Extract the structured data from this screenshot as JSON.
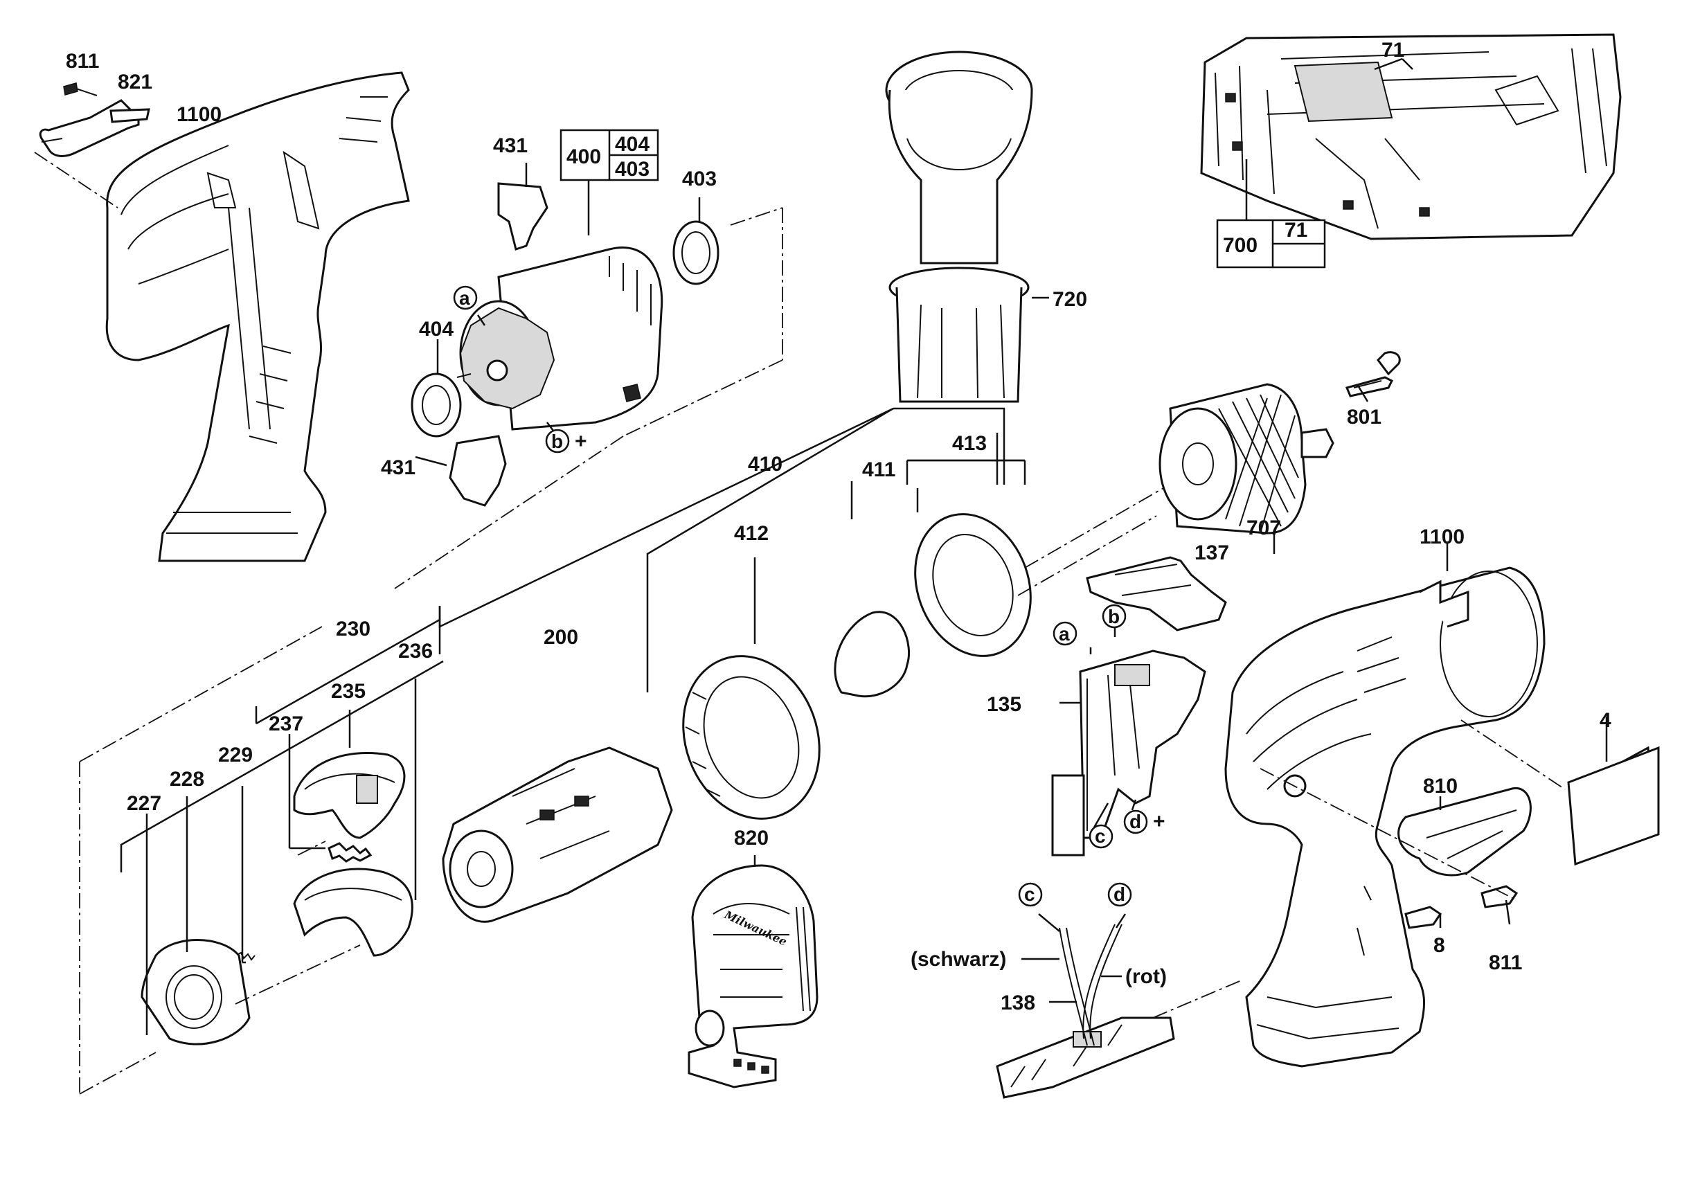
{
  "parts": {
    "p811a": "811",
    "p821": "821",
    "p1100a": "1100",
    "p431a": "431",
    "p400": "400",
    "p404box": "404",
    "p403box": "403",
    "p403": "403",
    "p404": "404",
    "p431b": "431",
    "p720": "720",
    "p71": "71",
    "p700": "700",
    "p71box": "71",
    "p801": "801",
    "p410": "410",
    "p411": "411",
    "p413": "413",
    "p412": "412",
    "p707": "707",
    "p137": "137",
    "p1100b": "1100",
    "p230": "230",
    "p236": "236",
    "p200": "200",
    "p235": "235",
    "p237": "237",
    "p229": "229",
    "p228": "228",
    "p227": "227",
    "p135": "135",
    "p4": "4",
    "p810": "810",
    "p820": "820",
    "p8": "8",
    "p811b": "811",
    "p138": "138"
  },
  "markers": {
    "a1": "a",
    "b1": "b",
    "a2": "a",
    "b2": "b",
    "c1": "c",
    "d1": "d",
    "c2": "c",
    "d2": "d"
  },
  "signs": {
    "plus1": "+",
    "plus2": "+"
  },
  "wires": {
    "black": "(schwarz)",
    "red": "(rot)"
  },
  "housing_logo": "Milwaukee",
  "icons": [
    "housing-half-drawing",
    "motor-drawing",
    "chuck-drawing",
    "side-handle-drawing",
    "gearbox-drawing",
    "tool-body-drawing",
    "carry-case-drawing"
  ]
}
